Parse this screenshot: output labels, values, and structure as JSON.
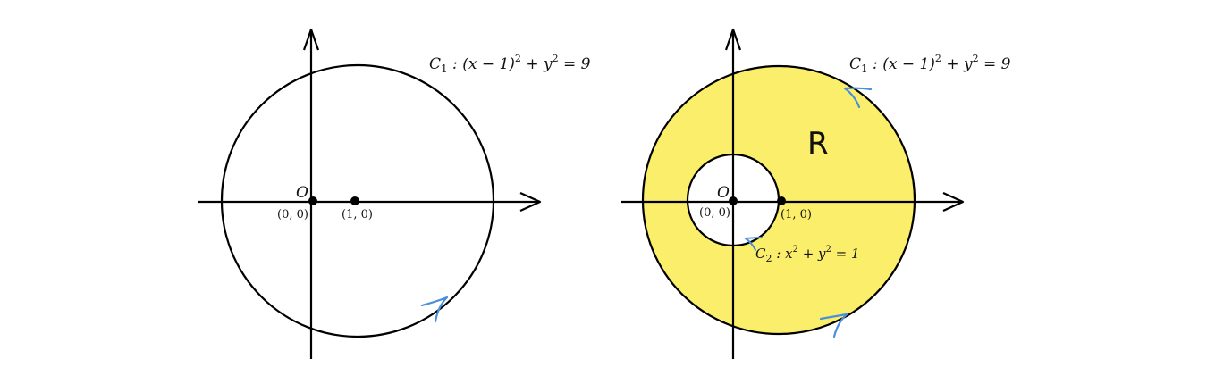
{
  "left": {
    "origin_letter": "O",
    "origin_coord": "(0, 0)",
    "center_coord": "(1, 0)",
    "c1": {
      "name": "C",
      "sub": "1",
      "eq_a": " : (x − 1)",
      "sq1": "2",
      "eq_b": " + y",
      "sq2": "2",
      "eq_c": " = 9"
    }
  },
  "right": {
    "origin_letter": "O",
    "origin_coord": "(0, 0)",
    "point_coord": "(1, 0)",
    "region_label": "R",
    "c1": {
      "name": "C",
      "sub": "1",
      "eq_a": " : (x − 1)",
      "sq1": "2",
      "eq_b": " + y",
      "sq2": "2",
      "eq_c": " = 9"
    },
    "c2": {
      "name": "C",
      "sub": "2",
      "eq_a": " : x",
      "sq1": "2",
      "eq_b": " + y",
      "sq2": "2",
      "eq_c": " = 1"
    }
  },
  "colors": {
    "region_fill": "#fbee6a",
    "stroke": "#000000",
    "arrow": "#4a90d9"
  }
}
